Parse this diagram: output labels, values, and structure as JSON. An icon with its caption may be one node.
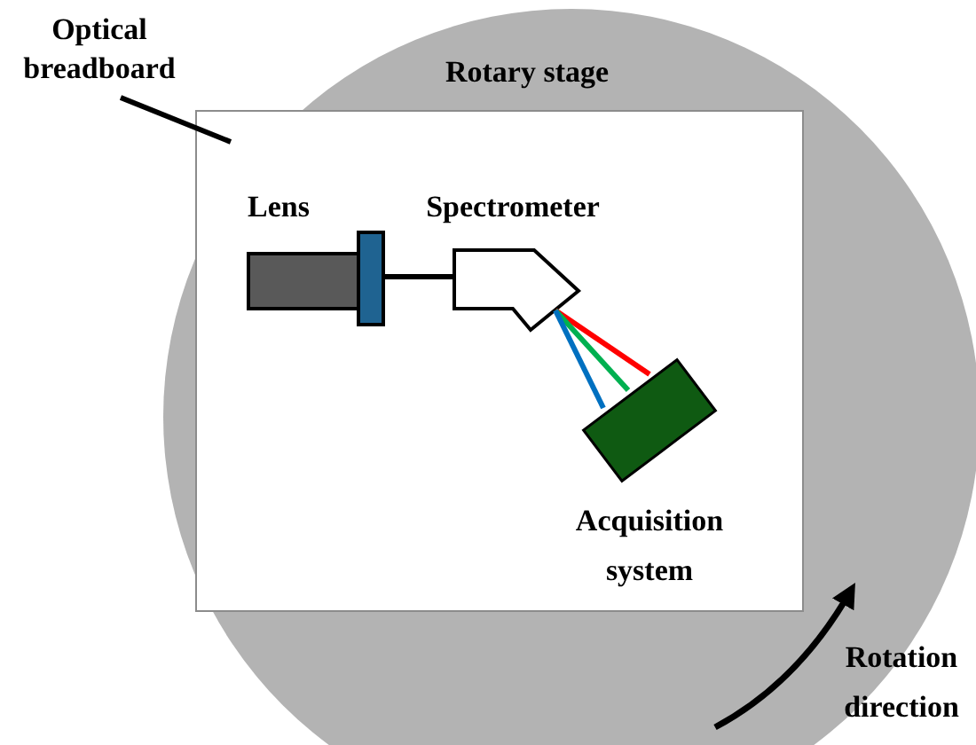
{
  "diagram": {
    "nodes": [
      {
        "text": [
          "Rotary stage"
        ]
      },
      {
        "text": [
          "Optical breadboard"
        ]
      },
      {
        "text": [],
        "shape": "box",
        "in": 0
      },
      {
        "text": [
          "Lens"
        ],
        "in": 2
      },
      {
        "text": [
          "Spectrometer"
        ],
        "in": 2
      },
      {
        "text": [
          "Acquisition system"
        ],
        "in": 2
      }
    ],
    "edges": [
      {
        "from": 1,
        "to": 2,
        "arrow": "none"
      },
      {
        "from": 3,
        "to": 4,
        "arrow": "none"
      },
      {
        "from": 4,
        "to": 5,
        "arrow": "none",
        "color": "#ff0000"
      },
      {
        "from": 4,
        "to": 5,
        "arrow": "none",
        "color": "#00b050"
      },
      {
        "from": 4,
        "to": 5,
        "arrow": "none",
        "color": "#0070c0"
      }
    ],
    "labels": [
      "Rotation direction"
    ]
  }
}
